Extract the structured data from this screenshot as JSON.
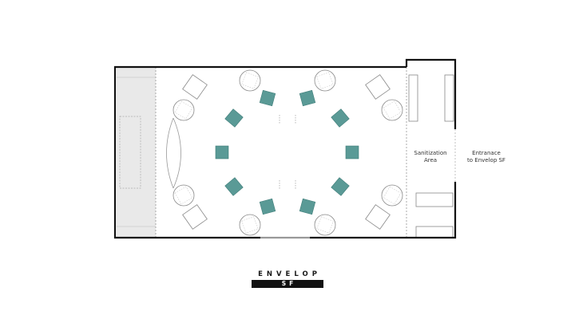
{
  "labels": {
    "sanitization": [
      "Sanitization",
      "Area"
    ],
    "entrance": [
      "Entranace",
      "to Envelop SF"
    ]
  },
  "logo": {
    "word": "ENVELOP",
    "sub": "SF"
  },
  "colors": {
    "wall": "#111111",
    "teal_seat": "#5a9a96",
    "stage_fill": "#e9e9e9",
    "light_line": "#9a9a9a"
  }
}
